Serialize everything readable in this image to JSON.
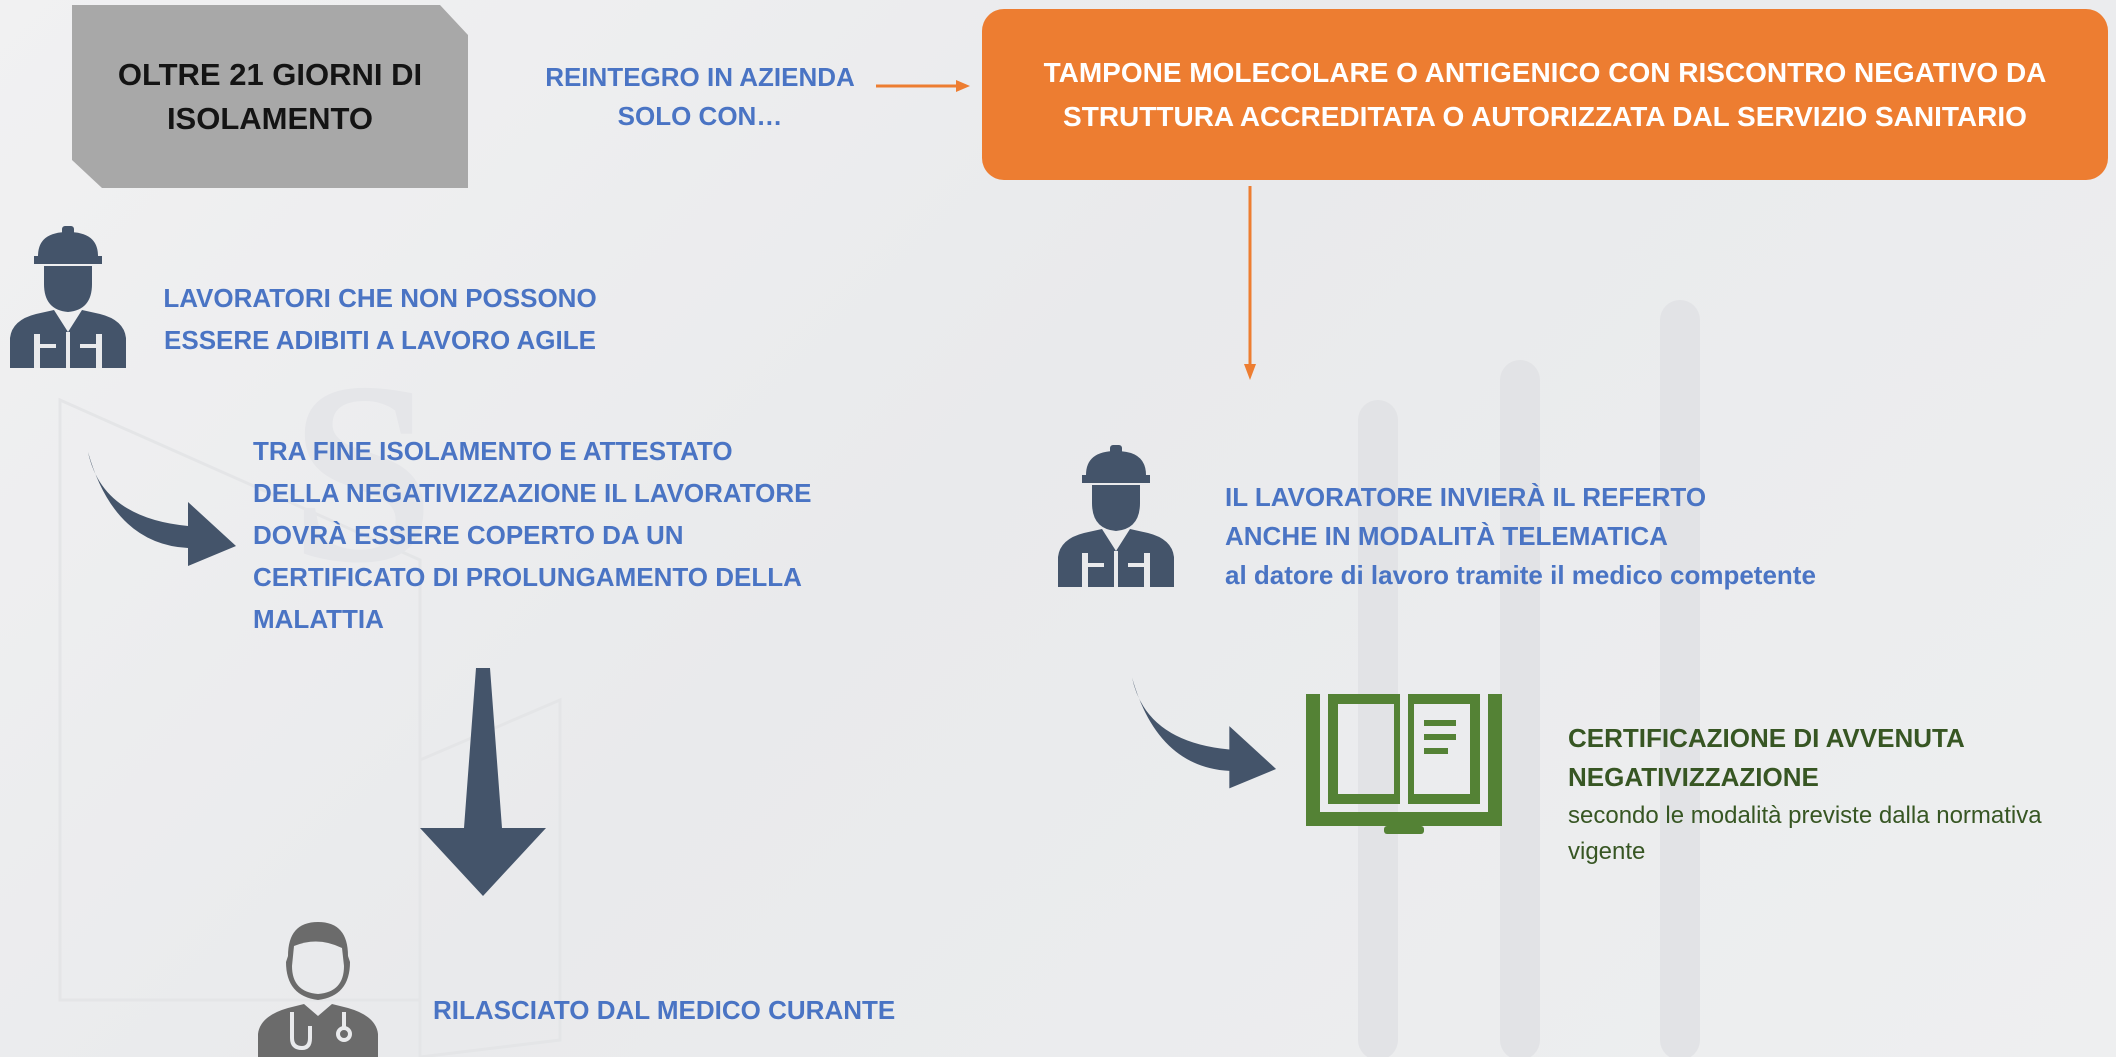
{
  "title": "OLTRE 21 GIORNI DI ISOLAMENTO",
  "reintegro": "REINTEGRO IN AZIENDA SOLO CON…",
  "tampone": "TAMPONE MOLECOLARE O ANTIGENICO CON RISCONTRO NEGATIVO DA STRUTTURA ACCREDITATA O AUTORIZZATA DAL SERVIZIO SANITARIO",
  "lavoratori": "LAVORATORI CHE NON POSSONO ESSERE ADIBITI A LAVORO AGILE",
  "tra_fine": "TRA FINE ISOLAMENTO E ATTESTATO DELLA NEGATIVIZZAZIONE IL LAVORATORE DOVRÀ ESSERE COPERTO DA UN CERTIFICATO DI PROLUNGAMENTO DELLA MALATTIA",
  "rilasciato": "RILASCIATO DAL MEDICO CURANTE",
  "invio": {
    "line1": "IL LAVORATORE INVIERÀ IL REFERTO",
    "line2": "ANCHE IN MODALITÀ TELEMATICA",
    "line3": "al datore di lavoro tramite il medico competente"
  },
  "certificazione": {
    "title": "CERTIFICAZIONE DI AVVENUTA NEGATIVIZZAZIONE",
    "subtitle": "secondo le modalità previste dalla normativa vigente"
  },
  "colors": {
    "orange": "#ed7d31",
    "blue_text": "#4a74c4",
    "navy_icon": "#44546a",
    "green": "#548235",
    "dark_green_text": "#375623",
    "gray_box": "#a8a8a8"
  },
  "icons": [
    "worker-icon",
    "doctor-icon",
    "book-icon",
    "curved-arrow-icon",
    "down-arrow-icon"
  ]
}
